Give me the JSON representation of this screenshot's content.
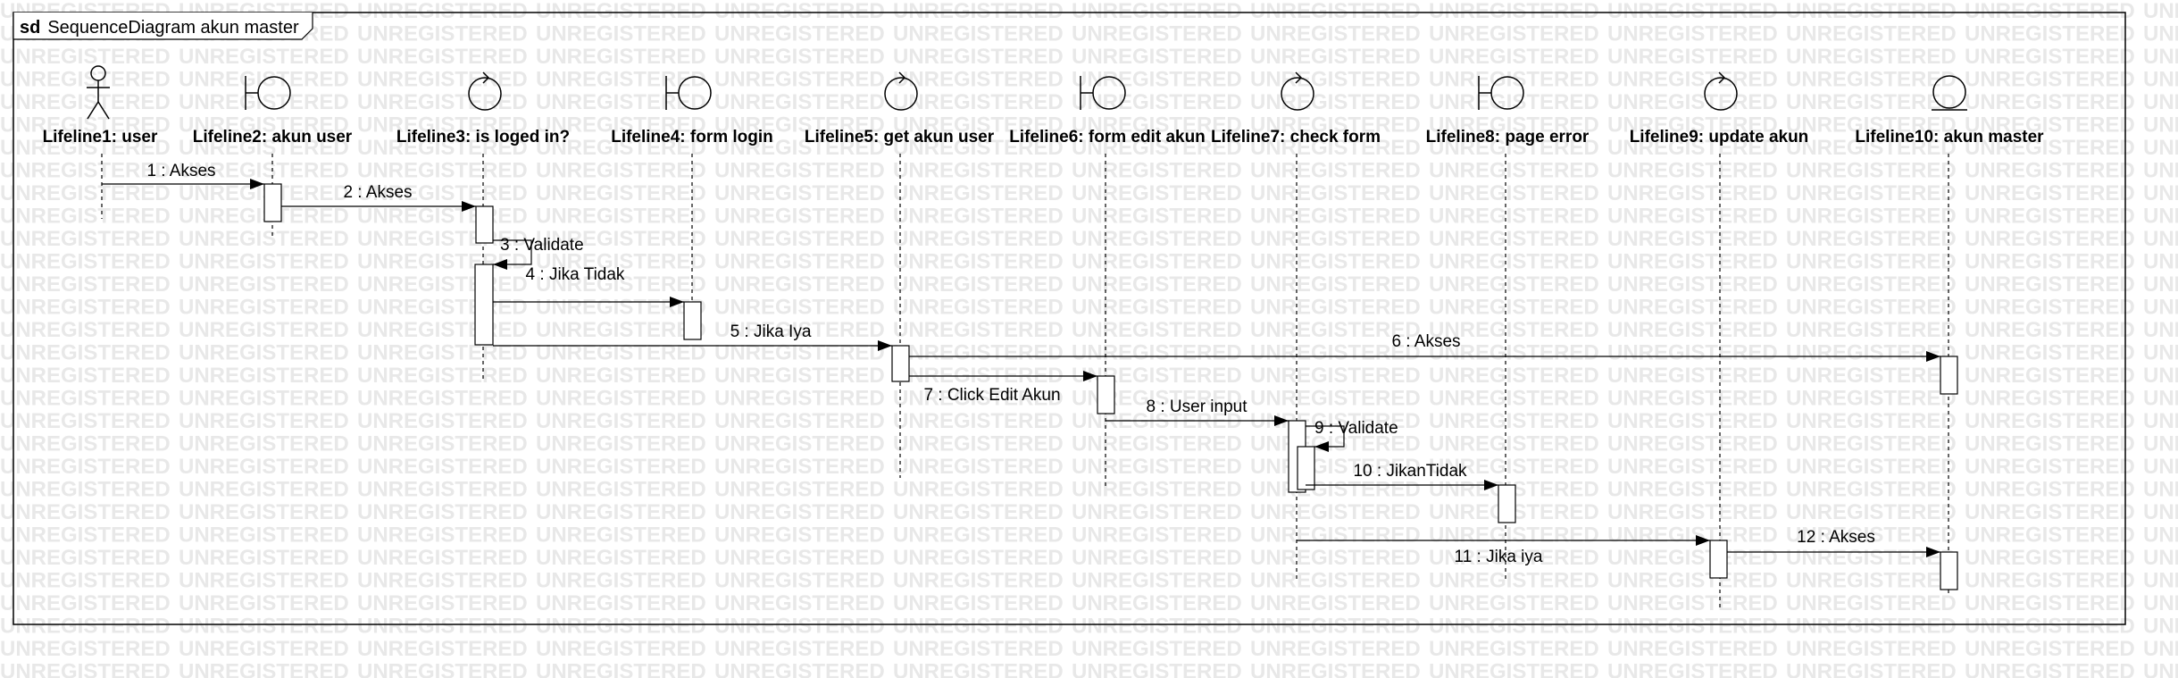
{
  "watermark": "UNREGISTERED",
  "frame": {
    "keyword": "sd",
    "name": "SequenceDiagram akun master"
  },
  "lifelines": [
    {
      "id": "l1",
      "label": "Lifeline1: user",
      "kind": "actor",
      "icon": "actor-icon"
    },
    {
      "id": "l2",
      "label": "Lifeline2: akun user",
      "kind": "boundary",
      "icon": "boundary-icon"
    },
    {
      "id": "l3",
      "label": "Lifeline3: is loged in?",
      "kind": "control",
      "icon": "control-icon"
    },
    {
      "id": "l4",
      "label": "Lifeline4: form login",
      "kind": "boundary",
      "icon": "boundary-icon"
    },
    {
      "id": "l5",
      "label": "Lifeline5: get akun user",
      "kind": "control",
      "icon": "control-icon"
    },
    {
      "id": "l6",
      "label": "Lifeline6: form edit akun",
      "kind": "boundary",
      "icon": "boundary-icon"
    },
    {
      "id": "l7",
      "label": "Lifeline7: check form",
      "kind": "control",
      "icon": "control-icon"
    },
    {
      "id": "l8",
      "label": "Lifeline8: page error",
      "kind": "boundary",
      "icon": "boundary-icon"
    },
    {
      "id": "l9",
      "label": "Lifeline9: update akun",
      "kind": "control",
      "icon": "control-icon"
    },
    {
      "id": "l10",
      "label": "Lifeline10: akun master",
      "kind": "entity",
      "icon": "entity-icon"
    }
  ],
  "messages": [
    {
      "n": 1,
      "label": "1 : Akses",
      "from": "l1",
      "to": "l2"
    },
    {
      "n": 2,
      "label": "2 : Akses",
      "from": "l2",
      "to": "l3"
    },
    {
      "n": 3,
      "label": "3 : Validate",
      "from": "l3",
      "to": "l3",
      "self": true
    },
    {
      "n": 4,
      "label": "4 : Jika Tidak",
      "from": "l3",
      "to": "l4"
    },
    {
      "n": 5,
      "label": "5 : Jika Iya",
      "from": "l3",
      "to": "l5"
    },
    {
      "n": 6,
      "label": "6 : Akses",
      "from": "l5",
      "to": "l10"
    },
    {
      "n": 7,
      "label": "7 : Click Edit Akun",
      "from": "l5",
      "to": "l6"
    },
    {
      "n": 8,
      "label": "8 : User input",
      "from": "l6",
      "to": "l7"
    },
    {
      "n": 9,
      "label": "9 : Validate",
      "from": "l7",
      "to": "l7",
      "self": true
    },
    {
      "n": 10,
      "label": "10 : JikanTidak",
      "from": "l7",
      "to": "l8"
    },
    {
      "n": 11,
      "label": "11 : Jika iya",
      "from": "l7",
      "to": "l9"
    },
    {
      "n": 12,
      "label": "12 : Akses",
      "from": "l9",
      "to": "l10"
    }
  ]
}
